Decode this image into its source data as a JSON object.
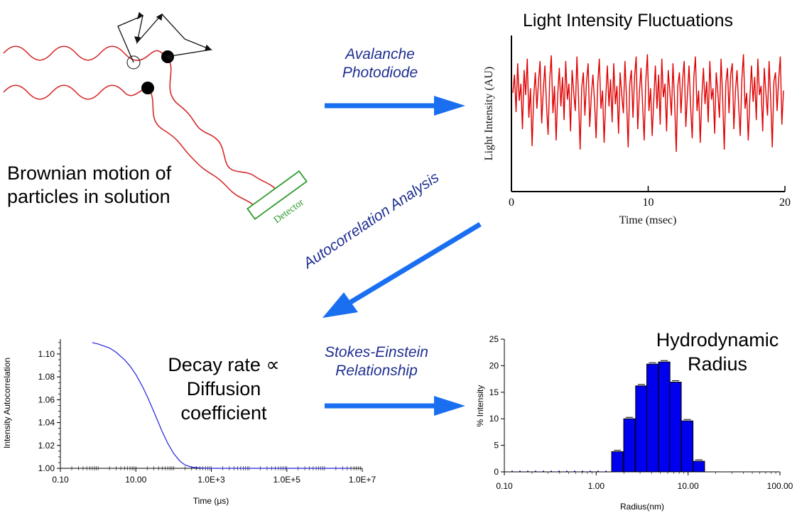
{
  "labels": {
    "brownian": "Brownian motion of particles in solution",
    "detector": "Detector",
    "fluct_title": "Light Intensity Fluctuations",
    "decay_text": "Decay rate ∝ Diffusion coefficient",
    "hydro_title": "Hydrodynamic Radius"
  },
  "steps": {
    "photodiode": "Avalanche Photodiode",
    "autocorr": "Autocorrelation Analysis",
    "stokes": "Stokes-Einstein Relationship"
  },
  "colors": {
    "wave": "#d42a2a",
    "arrow": "#1a6ff0",
    "step_text": "#1f2f8f",
    "detector": "#2e9a2e",
    "signal": "#e00000",
    "decay_curve": "#2222dd",
    "bars": "#0000ee"
  },
  "chart_data": [
    {
      "type": "line",
      "title": "Light Intensity Fluctuations",
      "xlabel": "Time (msec)",
      "ylabel": "Light Intensity (AU)",
      "x_ticks": [
        "0",
        "10",
        "20"
      ],
      "xlim": [
        0,
        20
      ],
      "series": [
        {
          "values": [
            0.62,
            0.78,
            0.45,
            0.88,
            0.55,
            0.7,
            0.3,
            0.82,
            0.6,
            0.92,
            0.4,
            0.66,
            0.15,
            0.58,
            0.8,
            0.48,
            0.72,
            0.9,
            0.35,
            0.64,
            0.86,
            0.52,
            0.25,
            0.74,
            0.95,
            0.44,
            0.68,
            0.2,
            0.6,
            0.84,
            0.5,
            0.76,
            0.38,
            0.9,
            0.56,
            0.7,
            0.28,
            0.82,
            0.62,
            0.46,
            0.94,
            0.58,
            0.12,
            0.66,
            0.8,
            0.42,
            0.72,
            0.88,
            0.32,
            0.6,
            0.78,
            0.54,
            0.22,
            0.7,
            0.92,
            0.48,
            0.64,
            0.18,
            0.58,
            0.86,
            0.5,
            0.74,
            0.36,
            0.88,
            0.52,
            0.68,
            0.26,
            0.8,
            0.6,
            0.44,
            0.9,
            0.56,
            0.14,
            0.7,
            0.82,
            0.4,
            0.76,
            0.94,
            0.3,
            0.62,
            0.84,
            0.52,
            0.2,
            0.72,
            0.96,
            0.46,
            0.66,
            0.24,
            0.56,
            0.86,
            0.48,
            0.78,
            0.34,
            0.92,
            0.58,
            0.7,
            0.28,
            0.82,
            0.64,
            0.42,
            0.88,
            0.54,
            0.1,
            0.68,
            0.8,
            0.44,
            0.74,
            0.9,
            0.32,
            0.6,
            0.86,
            0.5,
            0.22,
            0.76,
            0.94,
            0.46,
            0.64,
            0.18,
            0.58,
            0.84,
            0.52,
            0.72,
            0.36,
            0.9,
            0.56,
            0.66,
            0.26,
            0.8,
            0.62,
            0.4,
            0.92,
            0.58,
            0.12,
            0.7,
            0.84,
            0.44,
            0.78,
            0.88,
            0.3,
            0.64,
            0.82,
            0.5,
            0.24,
            0.74,
            0.96,
            0.48,
            0.62,
            0.2,
            0.58,
            0.86,
            0.54,
            0.76,
            0.38,
            0.92,
            0.6,
            0.68,
            0.28,
            0.84,
            0.62,
            0.42,
            0.9,
            0.56,
            0.14,
            0.72,
            0.8,
            0.46,
            0.74,
            0.94,
            0.34,
            0.64
          ]
        }
      ]
    },
    {
      "type": "line",
      "xlabel": "Time (μs)",
      "ylabel": "Intensity Autocorrelation",
      "x_scale": "log",
      "x_ticks": [
        "0.10",
        "10.00",
        "1.0E+3",
        "1.0E+5",
        "1.0E+7"
      ],
      "y_ticks": [
        "1.00",
        "1.02",
        "1.04",
        "1.06",
        "1.08",
        "1.10"
      ],
      "xlim": [
        0.1,
        10000000
      ],
      "ylim": [
        1.0,
        1.113
      ],
      "series": [
        {
          "x": [
            0.7,
            1,
            2,
            3,
            5,
            7,
            10,
            15,
            20,
            30,
            50,
            70,
            100,
            150,
            200,
            300,
            500,
            1000,
            10000,
            100000,
            1000000,
            5000000
          ],
          "values": [
            1.11,
            1.1088,
            1.1053,
            1.1015,
            1.095,
            1.0895,
            1.082,
            1.0715,
            1.063,
            1.0495,
            1.032,
            1.022,
            1.013,
            1.006,
            1.003,
            1.001,
            1.0003,
            1.0,
            1.0,
            1.0,
            1.0,
            1.0
          ]
        }
      ]
    },
    {
      "type": "bar",
      "title": "Hydrodynamic Radius",
      "xlabel": "Radius(nm)",
      "ylabel": "% Intensity",
      "x_scale": "log",
      "x_ticks": [
        "0.10",
        "1.00",
        "10.00",
        "100.00"
      ],
      "y_ticks": [
        "0",
        "5",
        "10",
        "15",
        "20",
        "25"
      ],
      "xlim": [
        0.1,
        100
      ],
      "ylim": [
        0,
        25
      ],
      "categories": [
        "1.7",
        "2.3",
        "3.1",
        "4.1",
        "5.5",
        "7.3",
        "9.8",
        "13.1"
      ],
      "values": [
        3.8,
        10.0,
        16.2,
        20.3,
        20.7,
        16.9,
        9.6,
        2.0
      ]
    }
  ]
}
